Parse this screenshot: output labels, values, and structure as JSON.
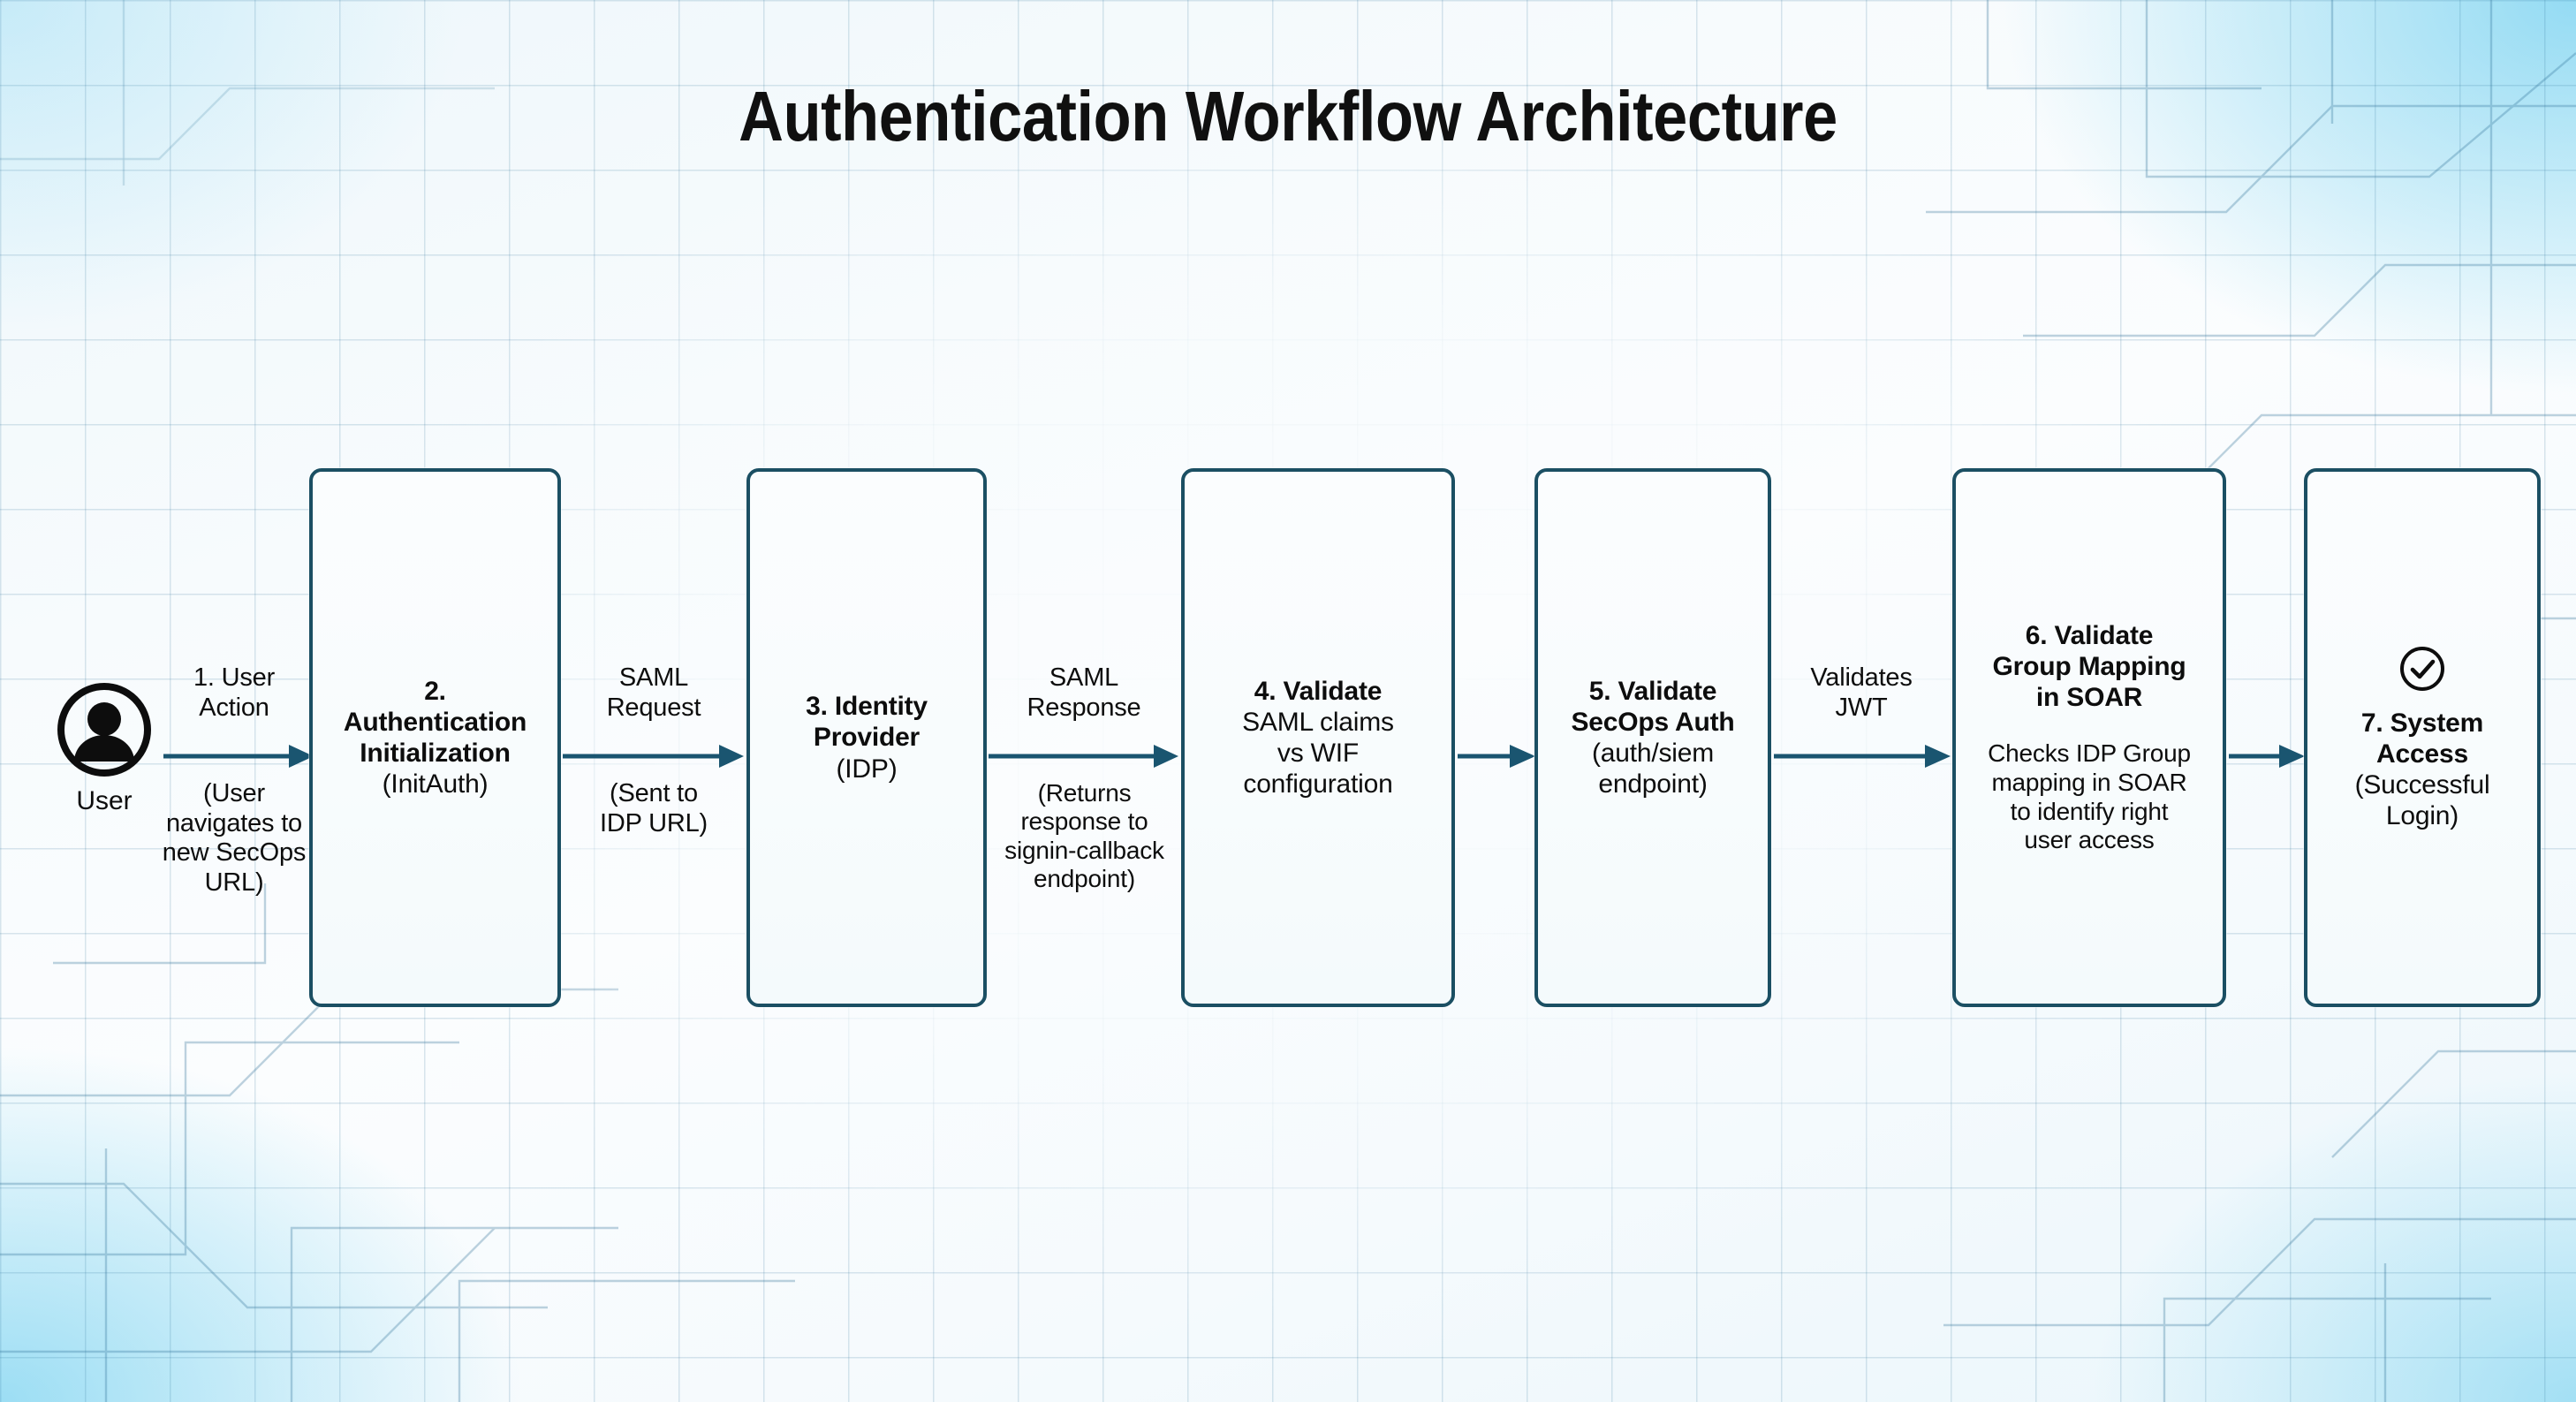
{
  "page": {
    "title": "Authentication Workflow Architecture",
    "colors": {
      "node_border": "#1b4f63",
      "node_fill": "#fafdfe",
      "arrow": "#1a5570",
      "text": "#0d0d0d",
      "background_tint": "#7ad2f0"
    }
  },
  "actor": {
    "icon": "user-avatar-icon",
    "label": "User"
  },
  "nodes": [
    {
      "id": "authentication-initialization",
      "number": "2.",
      "title_lines": [
        "2.",
        "Authentication",
        "Initialization"
      ],
      "subtitle_lines": [
        "(InitAuth)"
      ],
      "icon": null
    },
    {
      "id": "identity-provider",
      "number": "3.",
      "title_lines": [
        "3. Identity",
        "Provider"
      ],
      "subtitle_lines": [
        "(IDP)"
      ],
      "icon": null
    },
    {
      "id": "validate-saml-claims",
      "number": "4.",
      "title_lines": [
        "4. Validate"
      ],
      "subtitle_lines": [
        "SAML claims",
        "vs WIF",
        "configuration"
      ],
      "icon": null
    },
    {
      "id": "validate-secops-auth",
      "number": "5.",
      "title_lines": [
        "5. Validate",
        "SecOps Auth"
      ],
      "subtitle_lines": [
        "(auth/siem",
        "endpoint)"
      ],
      "icon": null
    },
    {
      "id": "validate-group-mapping-soar",
      "number": "6.",
      "title_lines": [
        "6. Validate",
        "Group Mapping",
        "in SOAR"
      ],
      "subtitle_lines": [
        "Checks IDP Group",
        "mapping in SOAR",
        "to identify right",
        "user access"
      ],
      "icon": null
    },
    {
      "id": "system-access",
      "number": "7.",
      "title_lines": [
        "7. System",
        "Access"
      ],
      "subtitle_lines": [
        "(Successful",
        "Login)"
      ],
      "icon": "check-circle-icon"
    }
  ],
  "edges": [
    {
      "id": "edge-user-to-init",
      "above_lines": [
        "1. User",
        "Action"
      ],
      "below_lines": [
        "(User",
        "navigates to",
        "new SecOps",
        "URL)"
      ]
    },
    {
      "id": "edge-init-to-idp",
      "above_lines": [
        "SAML",
        "Request"
      ],
      "below_lines": [
        "(Sent to",
        "IDP URL)"
      ]
    },
    {
      "id": "edge-idp-to-validate-saml",
      "above_lines": [
        "SAML",
        "Response"
      ],
      "below_lines": [
        "(Returns",
        "response to",
        "signin-callback",
        "endpoint)"
      ]
    },
    {
      "id": "edge-saml-to-secops",
      "above_lines": [],
      "below_lines": []
    },
    {
      "id": "edge-secops-to-soar",
      "above_lines": [
        "Validates",
        "JWT"
      ],
      "below_lines": []
    },
    {
      "id": "edge-soar-to-access",
      "above_lines": [],
      "below_lines": []
    }
  ]
}
